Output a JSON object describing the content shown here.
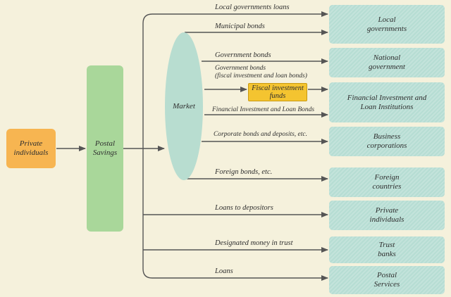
{
  "sources": {
    "private_individuals": "Private\nindividuals",
    "postal_savings": "Postal\nSavings",
    "market": "Market"
  },
  "intermediate": {
    "fiscal_investment_funds": "Fiscal investment\nfunds"
  },
  "destinations": {
    "local_governments": "Local\ngovernments",
    "national_government": "National\ngovernment",
    "filp_institutions": "Financial Investment and\nLoan Institutions",
    "business_corporations": "Business\ncorporations",
    "foreign_countries": "Foreign\ncountries",
    "private_individuals": "Private\nindividuals",
    "trust_banks": "Trust\nbanks",
    "postal_services": "Postal\nServices"
  },
  "flows": {
    "local_governments_loans": "Local governments loans",
    "municipal_bonds": "Municipal bonds",
    "government_bonds": "Government bonds",
    "government_bonds_filp": "Government bonds\n(fiscal investment and loan bonds)",
    "filp_bonds": "Financial Investment and Loan Bonds",
    "corporate_bonds": "Corporate bonds and deposits, etc.",
    "foreign_bonds": "Foreign bonds, etc.",
    "loans_to_depositors": "Loans to depositors",
    "designated_money_in_trust": "Designated money in trust",
    "loans": "Loans"
  },
  "colors": {
    "background": "#f5f1dc",
    "source_node": "#f7b551",
    "postal_node": "#a9d79a",
    "destination_node": "#b6ddd3",
    "highlight": "#f4c430",
    "arrow": "#555555"
  }
}
